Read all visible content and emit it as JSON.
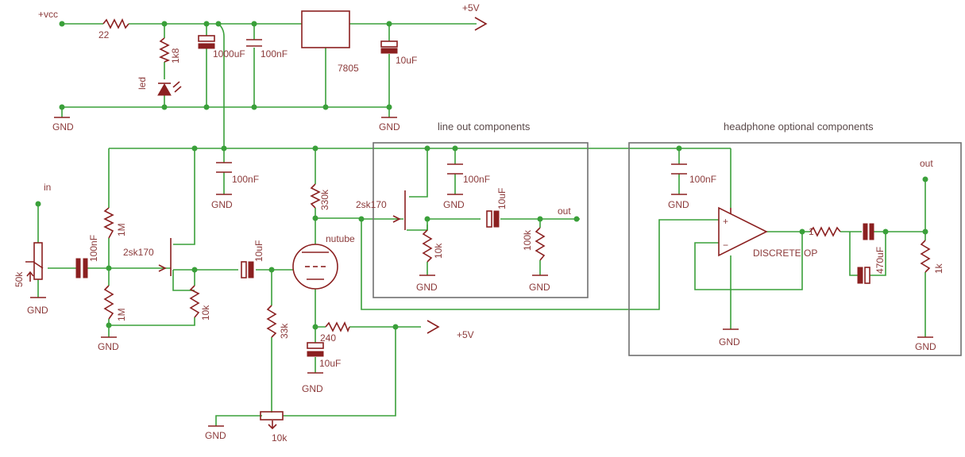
{
  "labels": {
    "vcc": "+vcc",
    "plus5v_top": "+5V",
    "plus5v_mid": "+5V",
    "r22": "22",
    "r1k8": "1k8",
    "led": "led",
    "c1000u": "1000uF",
    "c100n_top": "100nF",
    "reg": "7805",
    "c10u_top": "10uF",
    "gnd": "GND",
    "line_out_title": "line out components",
    "headphone_title": "headphone optional components",
    "in": "in",
    "pot50k": "50k",
    "c100n_in": "100nF",
    "r1m_top": "1M",
    "r1m_bot": "1M",
    "jfet1": "2sk170",
    "r10k_src": "10k",
    "c100n_mid": "100nF",
    "c10u_mid": "10uF",
    "r330k": "330k",
    "nutube": "nutube",
    "r33k": "33k",
    "r240": "240",
    "c10u_bot": "10uF",
    "pot10k": "10k",
    "jfet2": "2sk170",
    "c100n_line": "100nF",
    "r10k_line": "10k",
    "c10u_line": "10uF",
    "r100k": "100k",
    "out_line": "out",
    "c100n_hp": "100nF",
    "opamp": "DISCRETE OP",
    "r1": "1",
    "c470u": "470uF",
    "r1k": "1k",
    "out_hp": "out",
    "plus": "+",
    "minus": "−"
  },
  "colors": {
    "wire": "#3aa03a",
    "component": "#8b2020",
    "text": "#8b3a3a",
    "box": "#707070"
  }
}
